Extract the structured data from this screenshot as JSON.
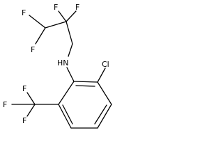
{
  "molecule": {
    "atoms": {
      "f1": "F",
      "f2": "F",
      "f3": "F",
      "f4": "F",
      "nh": "HN",
      "cl": "Cl",
      "f5": "F",
      "f6": "F",
      "f7": "F"
    }
  },
  "colors": {
    "ink": "#000000",
    "background": "#ffffff"
  }
}
